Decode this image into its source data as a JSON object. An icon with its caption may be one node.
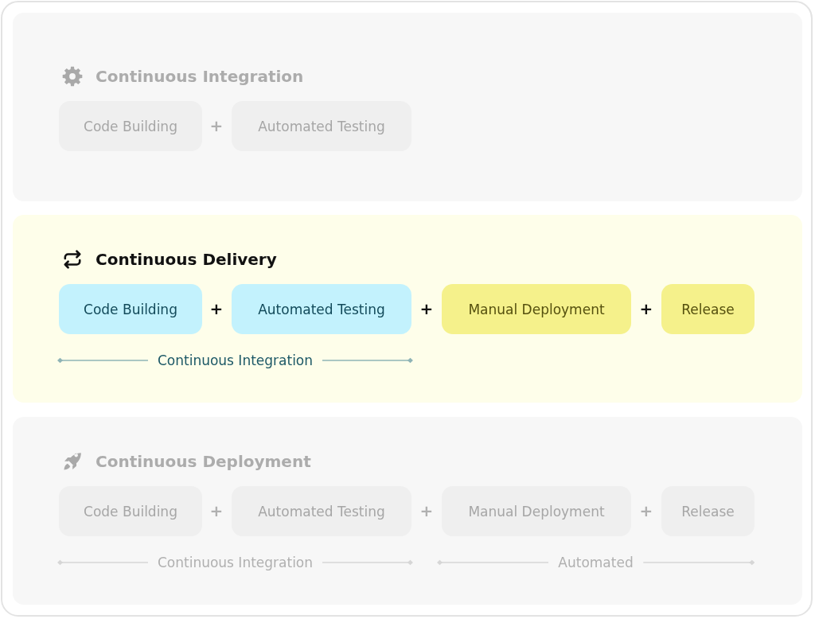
{
  "diagram": {
    "nodes": [
      {
        "text": [
          "Continuous Integration"
        ]
      },
      {
        "text": [
          "Code Building"
        ],
        "in": 0
      },
      {
        "text": [
          "Automated Testing"
        ],
        "in": 0
      },
      {
        "text": [
          "Continuous Delivery"
        ]
      },
      {
        "text": [
          "Code Building"
        ],
        "in": 3
      },
      {
        "text": [
          "Automated Testing"
        ],
        "in": 3
      },
      {
        "text": [
          "Manual Deployment"
        ],
        "in": 3
      },
      {
        "text": [
          "Release"
        ],
        "in": 3
      },
      {
        "text": [
          "Continuous Deployment"
        ]
      },
      {
        "text": [
          "Code Building"
        ],
        "in": 8
      },
      {
        "text": [
          "Automated Testing"
        ],
        "in": 8
      },
      {
        "text": [
          "Manual Deployment"
        ],
        "in": 8
      },
      {
        "text": [
          "Release"
        ],
        "in": 8
      }
    ],
    "labels": [
      "+",
      "+",
      "+",
      "+",
      "Continuous Integration",
      "+",
      "+",
      "+",
      "Continuous Integration",
      "Automated"
    ]
  }
}
